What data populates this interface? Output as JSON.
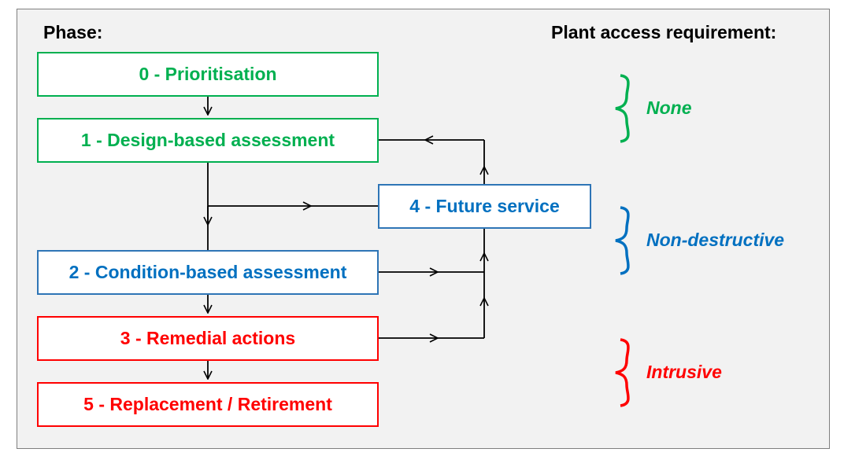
{
  "headings": {
    "phase": "Phase:",
    "requirement": "Plant access requirement:"
  },
  "phases": {
    "p0": "0 - Prioritisation",
    "p1": "1 - Design-based assessment",
    "p2": "2 - Condition-based assessment",
    "p3": "3 - Remedial actions",
    "p4": "4 - Future service",
    "p5": "5 - Replacement / Retirement"
  },
  "requirements": {
    "none": "None",
    "non_destructive": "Non-destructive",
    "intrusive": "Intrusive"
  },
  "colors": {
    "green": "#00b050",
    "blue": "#0070c0",
    "red": "#ff0000",
    "panel": "#f2f2f2",
    "line": "#000000"
  }
}
